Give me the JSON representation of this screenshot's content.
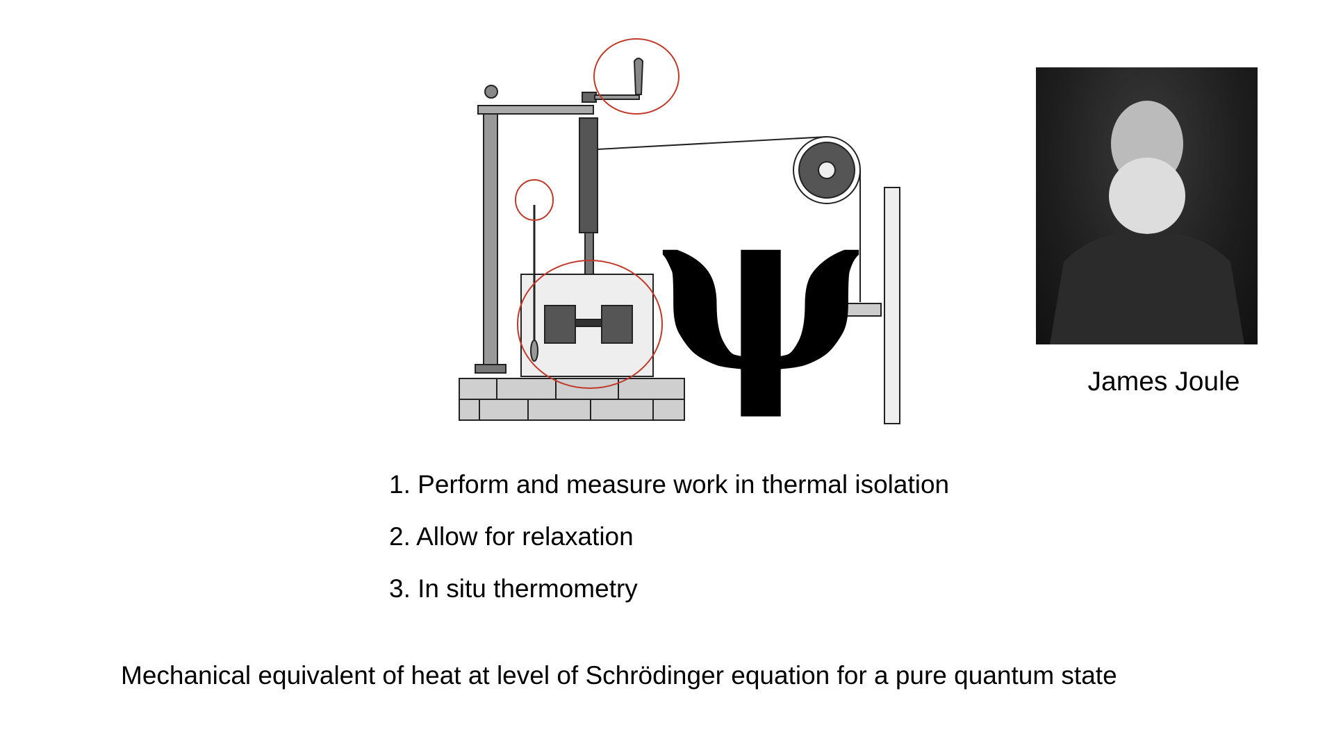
{
  "slide": {
    "symbol": "ψ",
    "portrait_caption": "James Joule",
    "steps": [
      {
        "number": "1.",
        "text": "Perform and measure work in thermal isolation"
      },
      {
        "number": "2.",
        "text": "Allow for relaxation"
      },
      {
        "number": "3.",
        "text": "In situ thermometry"
      }
    ],
    "summary": "Mechanical equivalent of heat at level of Schrödinger equation for a pure quantum state",
    "highlight_color": "#c0392b"
  }
}
